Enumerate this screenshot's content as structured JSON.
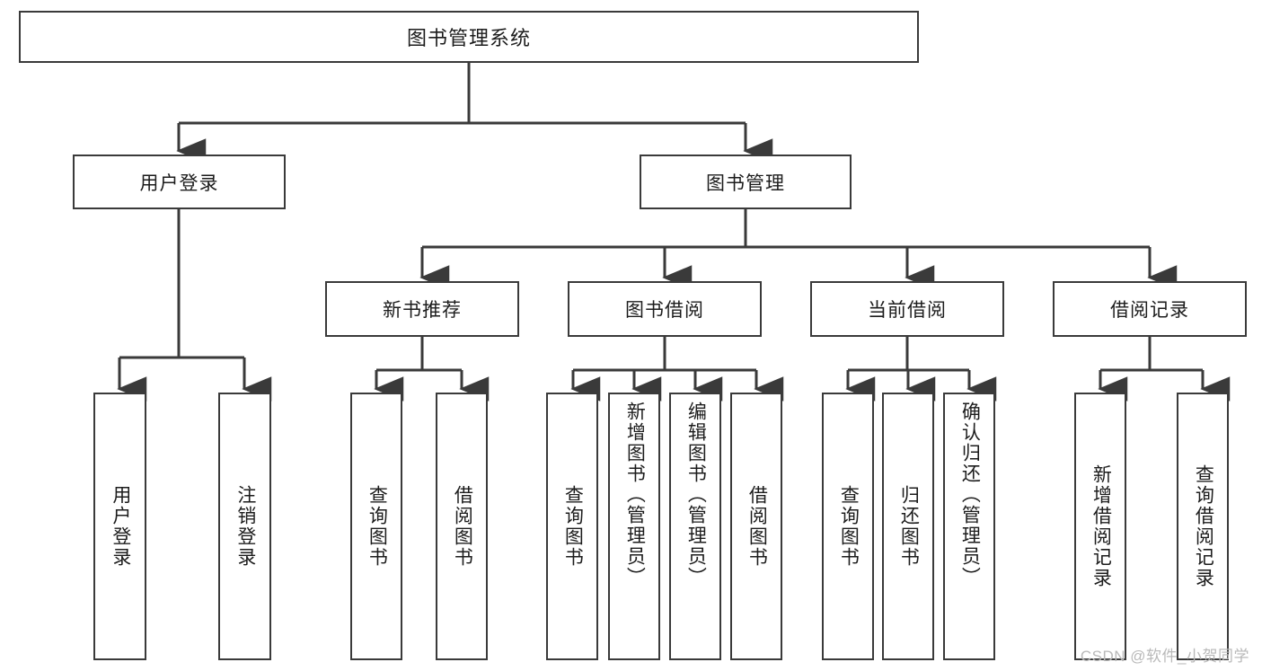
{
  "diagram": {
    "title": "图书管理系统",
    "type": "tree",
    "root": {
      "id": "root",
      "label": "图书管理系统"
    },
    "level2": [
      {
        "id": "user-login",
        "label": "用户登录"
      },
      {
        "id": "book-manage",
        "label": "图书管理"
      }
    ],
    "level3": [
      {
        "id": "new-book-rec",
        "label": "新书推荐",
        "parent": "book-manage"
      },
      {
        "id": "book-borrow",
        "label": "图书借阅",
        "parent": "book-manage"
      },
      {
        "id": "current-borrow",
        "label": "当前借阅",
        "parent": "book-manage"
      },
      {
        "id": "borrow-record",
        "label": "借阅记录",
        "parent": "book-manage"
      }
    ],
    "leaves": [
      {
        "id": "leaf-user-login",
        "label": "用户登录",
        "parent": "user-login"
      },
      {
        "id": "leaf-user-logout",
        "label": "注销登录",
        "parent": "user-login"
      },
      {
        "id": "leaf-query-book-1",
        "label": "查询图书",
        "parent": "new-book-rec"
      },
      {
        "id": "leaf-borrow-book-1",
        "label": "借阅图书",
        "parent": "new-book-rec"
      },
      {
        "id": "leaf-query-book-2",
        "label": "查询图书",
        "parent": "book-borrow"
      },
      {
        "id": "leaf-add-book",
        "label": "新增图书（管理员）",
        "parent": "book-borrow"
      },
      {
        "id": "leaf-edit-book",
        "label": "编辑图书（管理员）",
        "parent": "book-borrow"
      },
      {
        "id": "leaf-borrow-book-2",
        "label": "借阅图书",
        "parent": "book-borrow"
      },
      {
        "id": "leaf-query-book-3",
        "label": "查询图书",
        "parent": "current-borrow"
      },
      {
        "id": "leaf-return-book",
        "label": "归还图书",
        "parent": "current-borrow"
      },
      {
        "id": "leaf-confirm-return",
        "label": "确认归还（管理员）",
        "parent": "current-borrow"
      },
      {
        "id": "leaf-add-record",
        "label": "新增借阅记录",
        "parent": "borrow-record"
      },
      {
        "id": "leaf-query-record",
        "label": "查询借阅记录",
        "parent": "borrow-record"
      }
    ],
    "colors": {
      "box_border": "#3a3a3a",
      "box_fill": "#ffffff",
      "connector": "#3a3a3a",
      "text": "#1c1c1c",
      "watermark": "#b9b9b9"
    }
  },
  "watermark": {
    "text": "CSDN @软件_小贺同学"
  }
}
